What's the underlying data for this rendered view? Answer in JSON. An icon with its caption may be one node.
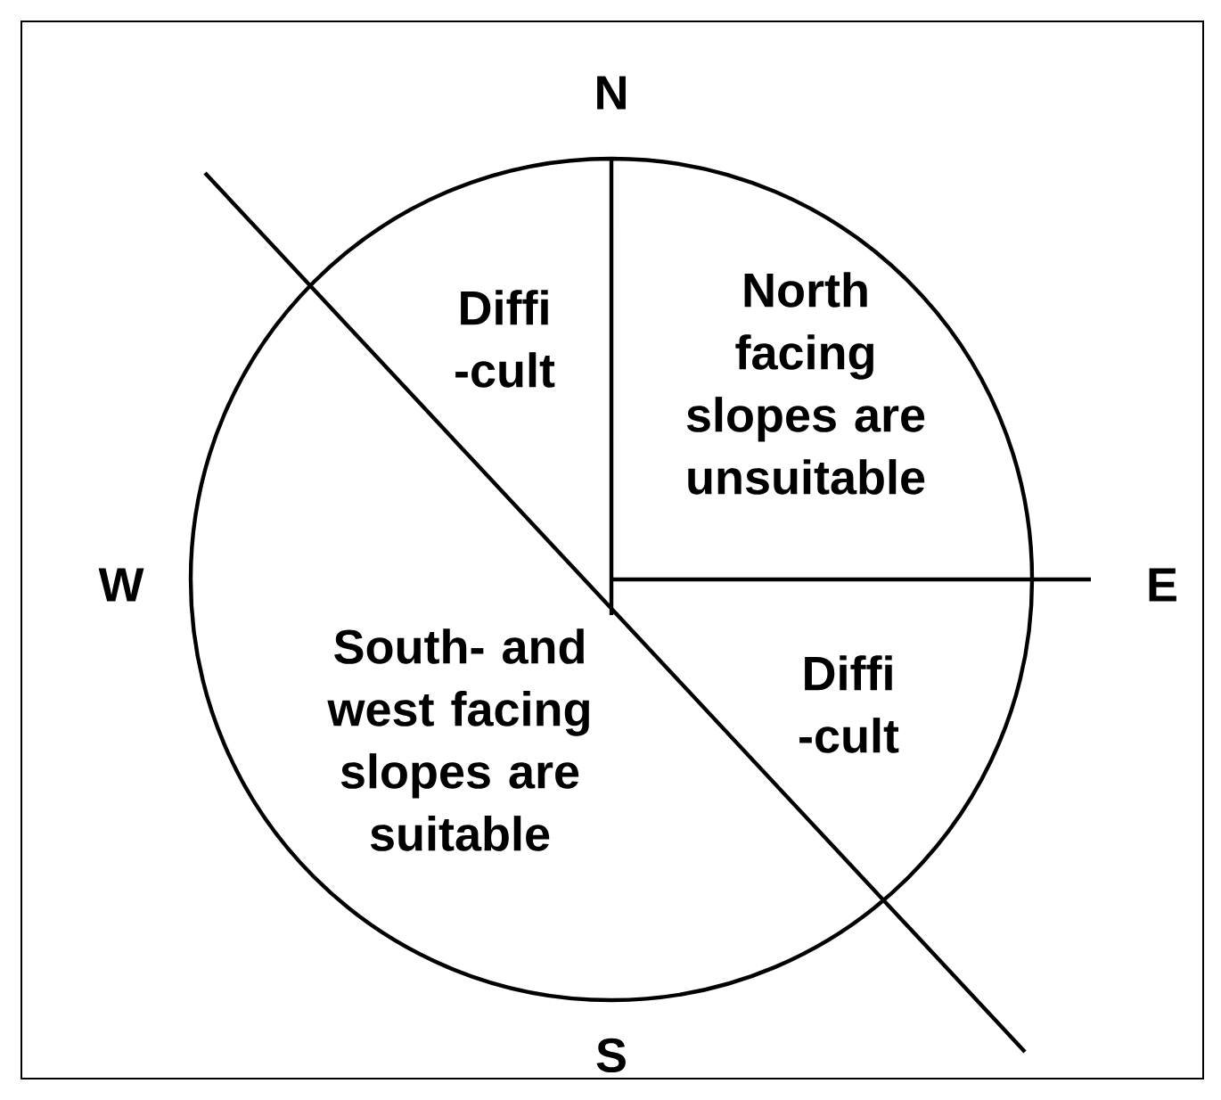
{
  "diagram": {
    "labels": [
      "N",
      "Diffi -cult",
      "North facing slopes are unsuitable",
      "W",
      "E",
      "South- and west facing slopes are suitable",
      "Diffi -cult",
      "S"
    ]
  }
}
